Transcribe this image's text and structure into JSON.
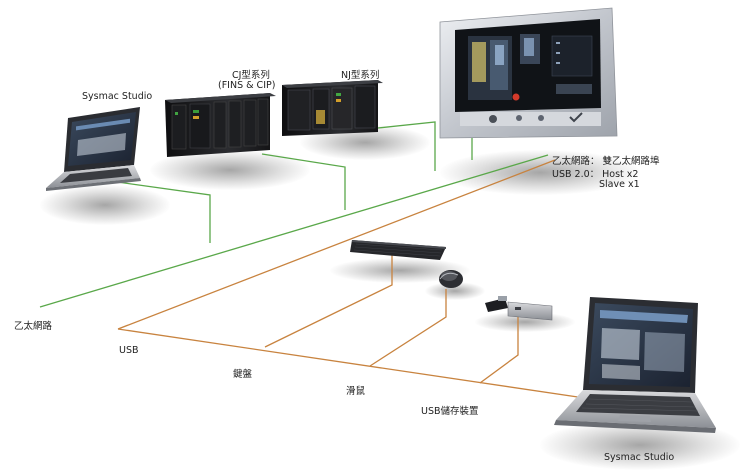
{
  "labels": {
    "sysmac_top": "Sysmac Studio",
    "cj_line1": "CJ型系列",
    "cj_line2": "(FINS & CIP)",
    "nj": "NJ型系列",
    "eth_spec": "乙太網路： 雙乙太網路埠",
    "usb_spec": "USB 2.0： Host x2",
    "usb_slave": "Slave x1",
    "ethernet": "乙太網路",
    "usb": "USB",
    "keyboard": "鍵盤",
    "mouse": "滑鼠",
    "usb_storage": "USB儲存裝置",
    "sysmac_bottom": "Sysmac Studio"
  },
  "colors": {
    "ethernet_wire": "#5aa84a",
    "usb_wire": "#c8833f",
    "device_dark": "#1f1f22",
    "hmi_frame": "#c9ccd2"
  }
}
